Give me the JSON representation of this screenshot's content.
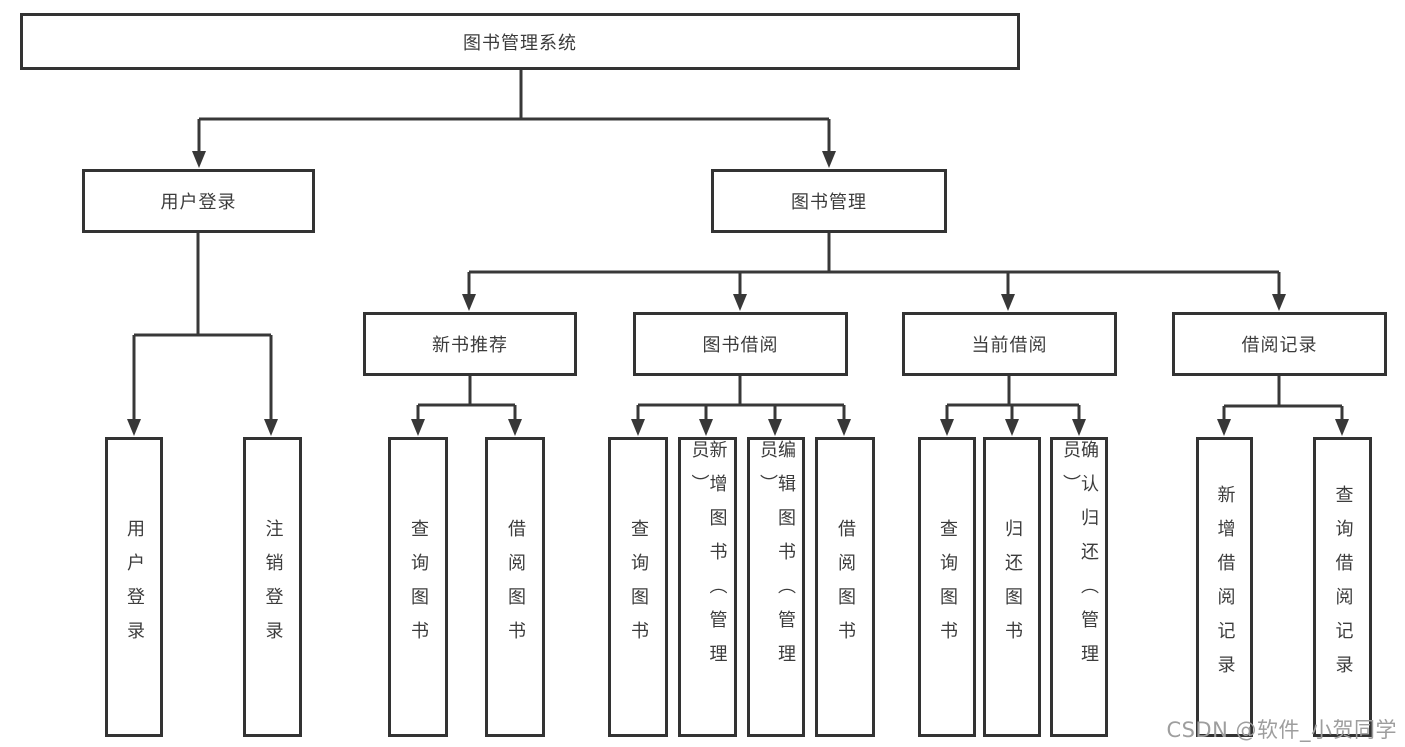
{
  "diagram": {
    "root": {
      "label": "图书管理系统"
    },
    "level2": [
      {
        "label": "用户登录"
      },
      {
        "label": "图书管理"
      }
    ],
    "level3": [
      {
        "label": "新书推荐"
      },
      {
        "label": "图书借阅"
      },
      {
        "label": "当前借阅"
      },
      {
        "label": "借阅记录"
      }
    ],
    "leaves": {
      "user_login": [
        "用户登录",
        "注销登录"
      ],
      "new_book_recommend": [
        "查询图书",
        "借阅图书"
      ],
      "book_borrow": [
        "查询图书",
        "新增图书（管理员）",
        "编辑图书（管理员）",
        "借阅图书"
      ],
      "current_borrow": [
        "查询图书",
        "归还图书",
        "确认归还（管理员）"
      ],
      "borrow_record": [
        "新增借阅记录",
        "查询借阅记录"
      ]
    },
    "colors": {
      "line": "#383838",
      "text": "#3c3c3c",
      "background": "#ffffff",
      "watermark": "#9e9e9e"
    },
    "watermark": {
      "text": "CSDN @软件_小贺同学"
    }
  }
}
